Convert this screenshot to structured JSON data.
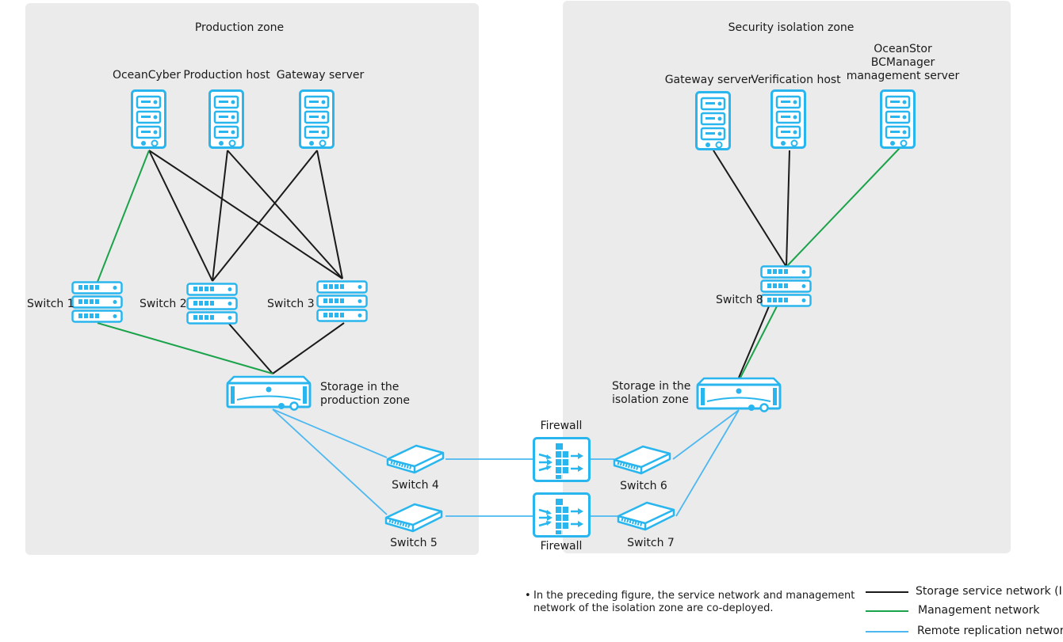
{
  "zones": {
    "production": "Production zone",
    "isolation": "Security isolation zone"
  },
  "nodes": {
    "oceancyber": "OceanCyber",
    "production_host": "Production host",
    "gateway_prod": "Gateway server",
    "gateway_iso": "Gateway server",
    "verification_host": "Verification host",
    "bcmanager": [
      "OceanStor",
      "BCManager",
      "management server"
    ],
    "switch1": "Switch 1",
    "switch2": "Switch 2",
    "switch3": "Switch 3",
    "switch4": "Switch 4",
    "switch5": "Switch 5",
    "switch6": "Switch 6",
    "switch7": "Switch 7",
    "switch8": "Switch 8",
    "storage_prod": [
      "Storage in the",
      "production zone"
    ],
    "storage_iso": [
      "Storage in the",
      "isolation zone"
    ],
    "firewall_top": "Firewall",
    "firewall_bottom": "Firewall"
  },
  "note": {
    "bullet": "•",
    "text": "In the preceding figure, the service network and management network of the isolation zone are co-deployed."
  },
  "legend": [
    {
      "label": "Storage service network (IP)",
      "color": "#1a1a1a"
    },
    {
      "label": "Management network",
      "color": "#1aa34a"
    },
    {
      "label": "Remote replication network",
      "color": "#4db8f0"
    }
  ],
  "colors": {
    "zone_bg": "#ebebeb",
    "device": "#29b6ee",
    "storage_line": "#1a1a1a",
    "mgmt_line": "#1aa34a",
    "repl_line": "#4db8f0"
  }
}
